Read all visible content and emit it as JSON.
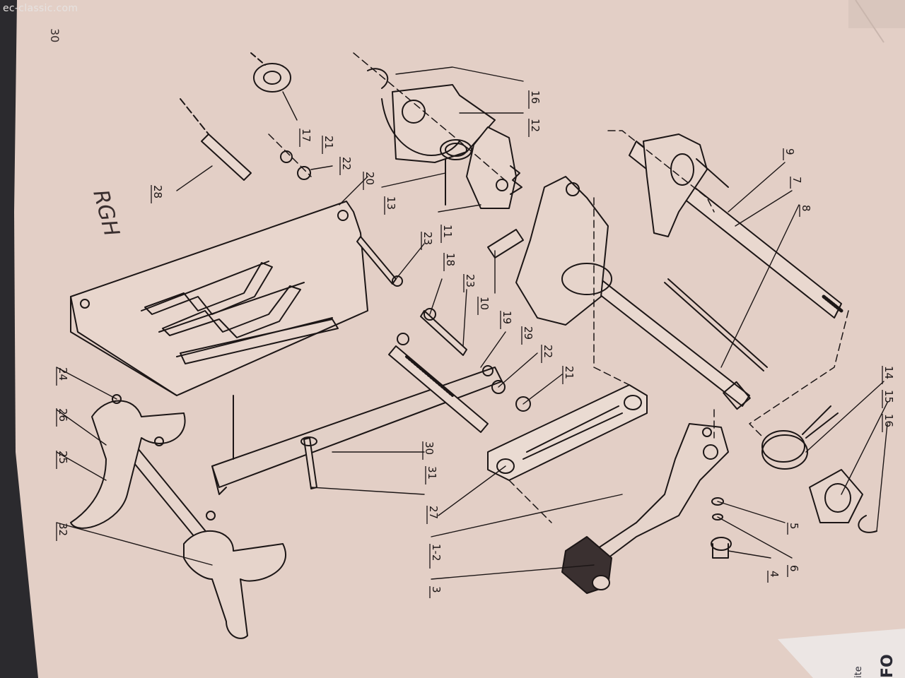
{
  "watermark": "ec-classic.com",
  "page": {
    "number": "30",
    "handwritten_initials": "RGH",
    "next_page_edge_text": "FO",
    "next_page_edge_text_2": "ite"
  },
  "callouts": [
    {
      "id": "c17",
      "label": "17"
    },
    {
      "id": "c21a",
      "label": "21"
    },
    {
      "id": "c22a",
      "label": "22"
    },
    {
      "id": "c20",
      "label": "20"
    },
    {
      "id": "c28",
      "label": "28"
    },
    {
      "id": "c16a",
      "label": "16"
    },
    {
      "id": "c12",
      "label": "12"
    },
    {
      "id": "c13",
      "label": "13"
    },
    {
      "id": "c11",
      "label": "11"
    },
    {
      "id": "c23a",
      "label": "23"
    },
    {
      "id": "c18",
      "label": "18"
    },
    {
      "id": "c23b",
      "label": "23"
    },
    {
      "id": "c10",
      "label": "10"
    },
    {
      "id": "c19",
      "label": "19"
    },
    {
      "id": "c29",
      "label": "29"
    },
    {
      "id": "c22b",
      "label": "22"
    },
    {
      "id": "c21b",
      "label": "21"
    },
    {
      "id": "c9",
      "label": "9"
    },
    {
      "id": "c7",
      "label": "7"
    },
    {
      "id": "c8",
      "label": "8"
    },
    {
      "id": "c14",
      "label": "14"
    },
    {
      "id": "c15",
      "label": "15"
    },
    {
      "id": "c16b",
      "label": "16"
    },
    {
      "id": "c24",
      "label": "24"
    },
    {
      "id": "c26",
      "label": "26"
    },
    {
      "id": "c25",
      "label": "25"
    },
    {
      "id": "c32",
      "label": "32"
    },
    {
      "id": "c30",
      "label": "30"
    },
    {
      "id": "c31",
      "label": "31"
    },
    {
      "id": "c27",
      "label": "27"
    },
    {
      "id": "c1-2",
      "label": "1-2"
    },
    {
      "id": "c3",
      "label": "3"
    },
    {
      "id": "c5",
      "label": "5"
    },
    {
      "id": "c6",
      "label": "6"
    },
    {
      "id": "c4",
      "label": "4"
    }
  ]
}
